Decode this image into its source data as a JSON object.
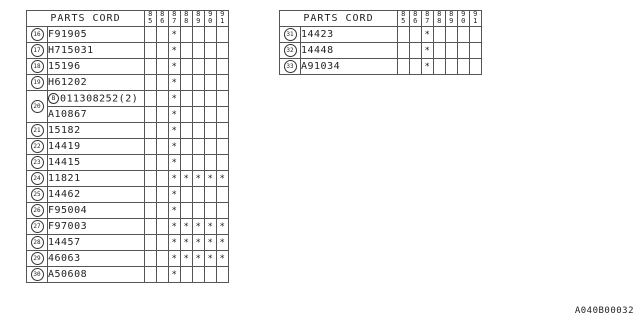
{
  "header": {
    "title": "PARTS CORD",
    "years": [
      "85",
      "86",
      "87",
      "88",
      "89",
      "90",
      "91"
    ]
  },
  "left_rows": [
    {
      "num": "16",
      "code": "F91905",
      "marks": [
        "",
        "",
        "*",
        "",
        "",
        "",
        ""
      ]
    },
    {
      "num": "17",
      "code": "H715031",
      "marks": [
        "",
        "",
        "*",
        "",
        "",
        "",
        ""
      ]
    },
    {
      "num": "18",
      "code": "15196",
      "marks": [
        "",
        "",
        "*",
        "",
        "",
        "",
        ""
      ]
    },
    {
      "num": "19",
      "code": "H61202",
      "marks": [
        "",
        "",
        "*",
        "",
        "",
        "",
        ""
      ]
    },
    {
      "num": "20",
      "prefix": "B",
      "code": "011308252(2)",
      "marks": [
        "",
        "",
        "*",
        "",
        "",
        "",
        ""
      ]
    },
    {
      "num": "",
      "code": "A10867",
      "marks": [
        "",
        "",
        "*",
        "",
        "",
        "",
        ""
      ]
    },
    {
      "num": "21",
      "code": "15182",
      "marks": [
        "",
        "",
        "*",
        "",
        "",
        "",
        ""
      ]
    },
    {
      "num": "22",
      "code": "14419",
      "marks": [
        "",
        "",
        "*",
        "",
        "",
        "",
        ""
      ]
    },
    {
      "num": "23",
      "code": "14415",
      "marks": [
        "",
        "",
        "*",
        "",
        "",
        "",
        ""
      ]
    },
    {
      "num": "24",
      "code": "11821",
      "marks": [
        "",
        "",
        "*",
        "*",
        "*",
        "*",
        "*"
      ]
    },
    {
      "num": "25",
      "code": "14462",
      "marks": [
        "",
        "",
        "*",
        "",
        "",
        "",
        ""
      ]
    },
    {
      "num": "26",
      "code": "F95004",
      "marks": [
        "",
        "",
        "*",
        "",
        "",
        "",
        ""
      ]
    },
    {
      "num": "27",
      "code": "F97003",
      "marks": [
        "",
        "",
        "*",
        "*",
        "*",
        "*",
        "*"
      ]
    },
    {
      "num": "28",
      "code": "14457",
      "marks": [
        "",
        "",
        "*",
        "*",
        "*",
        "*",
        "*"
      ]
    },
    {
      "num": "29",
      "code": "46063",
      "marks": [
        "",
        "",
        "*",
        "*",
        "*",
        "*",
        "*"
      ]
    },
    {
      "num": "30",
      "code": "A50608",
      "marks": [
        "",
        "",
        "*",
        "",
        "",
        "",
        ""
      ]
    }
  ],
  "right_rows": [
    {
      "num": "31",
      "code": "14423",
      "marks": [
        "",
        "",
        "*",
        "",
        "",
        "",
        ""
      ]
    },
    {
      "num": "32",
      "code": "14448",
      "marks": [
        "",
        "",
        "*",
        "",
        "",
        "",
        ""
      ]
    },
    {
      "num": "33",
      "code": "A91034",
      "marks": [
        "",
        "",
        "*",
        "",
        "",
        "",
        ""
      ]
    }
  ],
  "footer": {
    "code": "A040B00032"
  }
}
